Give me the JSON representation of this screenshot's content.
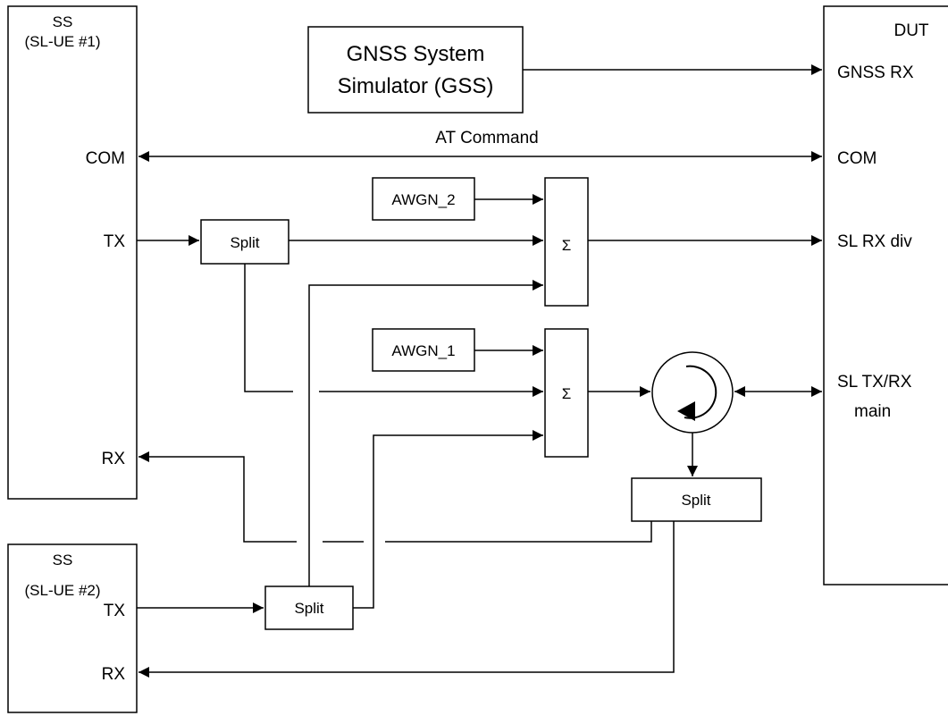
{
  "ss1": {
    "title": "SS",
    "subtitle": "(SL-UE #1)",
    "com": "COM",
    "tx": "TX",
    "rx": "RX"
  },
  "ss2": {
    "title": "SS",
    "subtitle": "(SL-UE #2)",
    "tx": "TX",
    "rx": "RX"
  },
  "gss": {
    "line1": "GNSS System",
    "line2": "Simulator (GSS)"
  },
  "dut": {
    "title": "DUT",
    "gnss_rx": "GNSS RX",
    "com": "COM",
    "sl_rx_div": "SL RX div",
    "sl_txrx_line1": "SL TX/RX",
    "sl_txrx_line2": "main"
  },
  "at_command": "AT Command",
  "awgn2": "AWGN_2",
  "awgn1": "AWGN_1",
  "sum_symbol": "Σ",
  "split_label": "Split"
}
